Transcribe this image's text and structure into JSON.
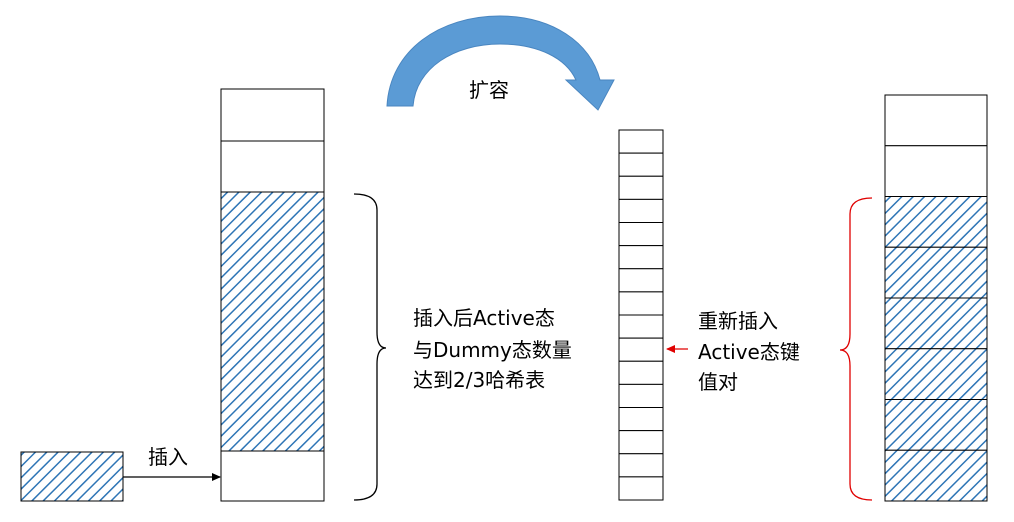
{
  "labels": {
    "insert": "插入",
    "expand": "扩容",
    "condition": [
      "插入后Active态",
      "与Dummy态数量",
      "达到2/3哈希表"
    ],
    "reinsert": [
      "重新插入",
      "Active态键",
      "值对"
    ]
  },
  "colors": {
    "hatch": "#2E75B6",
    "stroke": "#000000",
    "expand_arrow": "#5B9BD5",
    "reinsert_brace": "#E00000"
  },
  "tables": {
    "original_slots": 4,
    "original_filled_slots": [
      2
    ],
    "new_table_slots": 16,
    "final_slots": 8,
    "final_filled_slots": [
      2,
      3,
      4,
      5,
      6,
      7
    ]
  }
}
